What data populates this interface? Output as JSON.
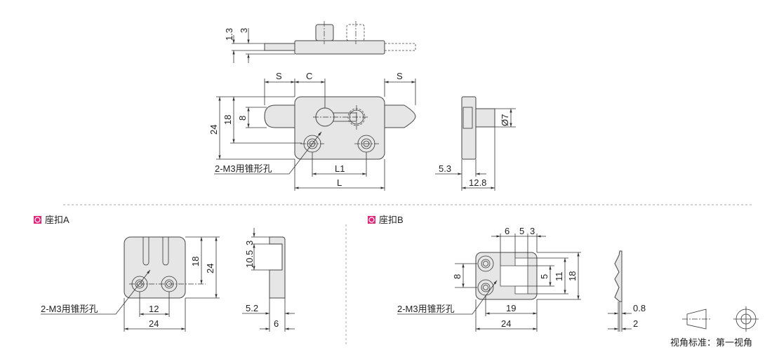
{
  "main_part": {
    "side_dims": {
      "d1": "1.3",
      "d2": "3"
    },
    "front_dims": {
      "s_left": "S",
      "c": "C",
      "s_right": "S",
      "h24": "24",
      "h18": "18",
      "h8": "8",
      "l1": "L1",
      "l": "L"
    },
    "hole_note": "2-M3用锥形孔",
    "right_dims": {
      "dia": "Ø7",
      "d53": "5.3",
      "d128": "12.8"
    }
  },
  "seat_a": {
    "title": "座扣A",
    "dims": {
      "h18": "18",
      "h24": "24",
      "w12": "12",
      "w24": "24",
      "d3": "3",
      "d105": "10.5",
      "d52": "5.2",
      "d6": "6"
    },
    "hole_note": "2-M3用锥形孔"
  },
  "seat_b": {
    "title": "座扣B",
    "dims": {
      "w6": "6",
      "w5": "5",
      "w3": "3",
      "h8": "8",
      "h5": "5",
      "h11": "11",
      "h18": "18",
      "w19": "19",
      "w24": "24",
      "d08": "0.8",
      "d2": "2"
    },
    "hole_note": "2-M3用锥形孔"
  },
  "projection": {
    "label": "视角标准：第一视角"
  },
  "colors": {
    "section_marker": "#e0267a"
  }
}
